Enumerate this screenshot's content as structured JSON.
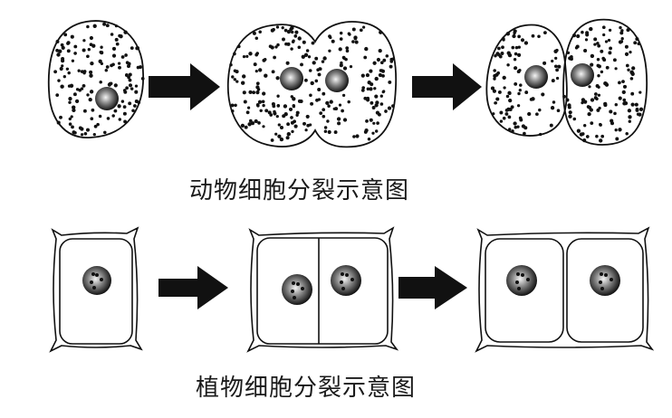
{
  "diagram": {
    "animal_row": {
      "caption": "动物细胞分裂示意图",
      "stages": [
        {
          "name": "animal-cell-single",
          "nuclei": 1
        },
        {
          "name": "animal-cell-dividing",
          "nuclei": 2
        },
        {
          "name": "animal-cells-separated",
          "nuclei": 2
        }
      ],
      "arrows": 2
    },
    "plant_row": {
      "caption": "植物细胞分裂示意图",
      "stages": [
        {
          "name": "plant-cell-single",
          "nuclei": 1
        },
        {
          "name": "plant-cell-dividing",
          "nuclei": 2
        },
        {
          "name": "plant-cells-separated",
          "nuclei": 2
        }
      ],
      "arrows": 2
    },
    "colors": {
      "ink": "#111111",
      "background": "#ffffff"
    }
  }
}
